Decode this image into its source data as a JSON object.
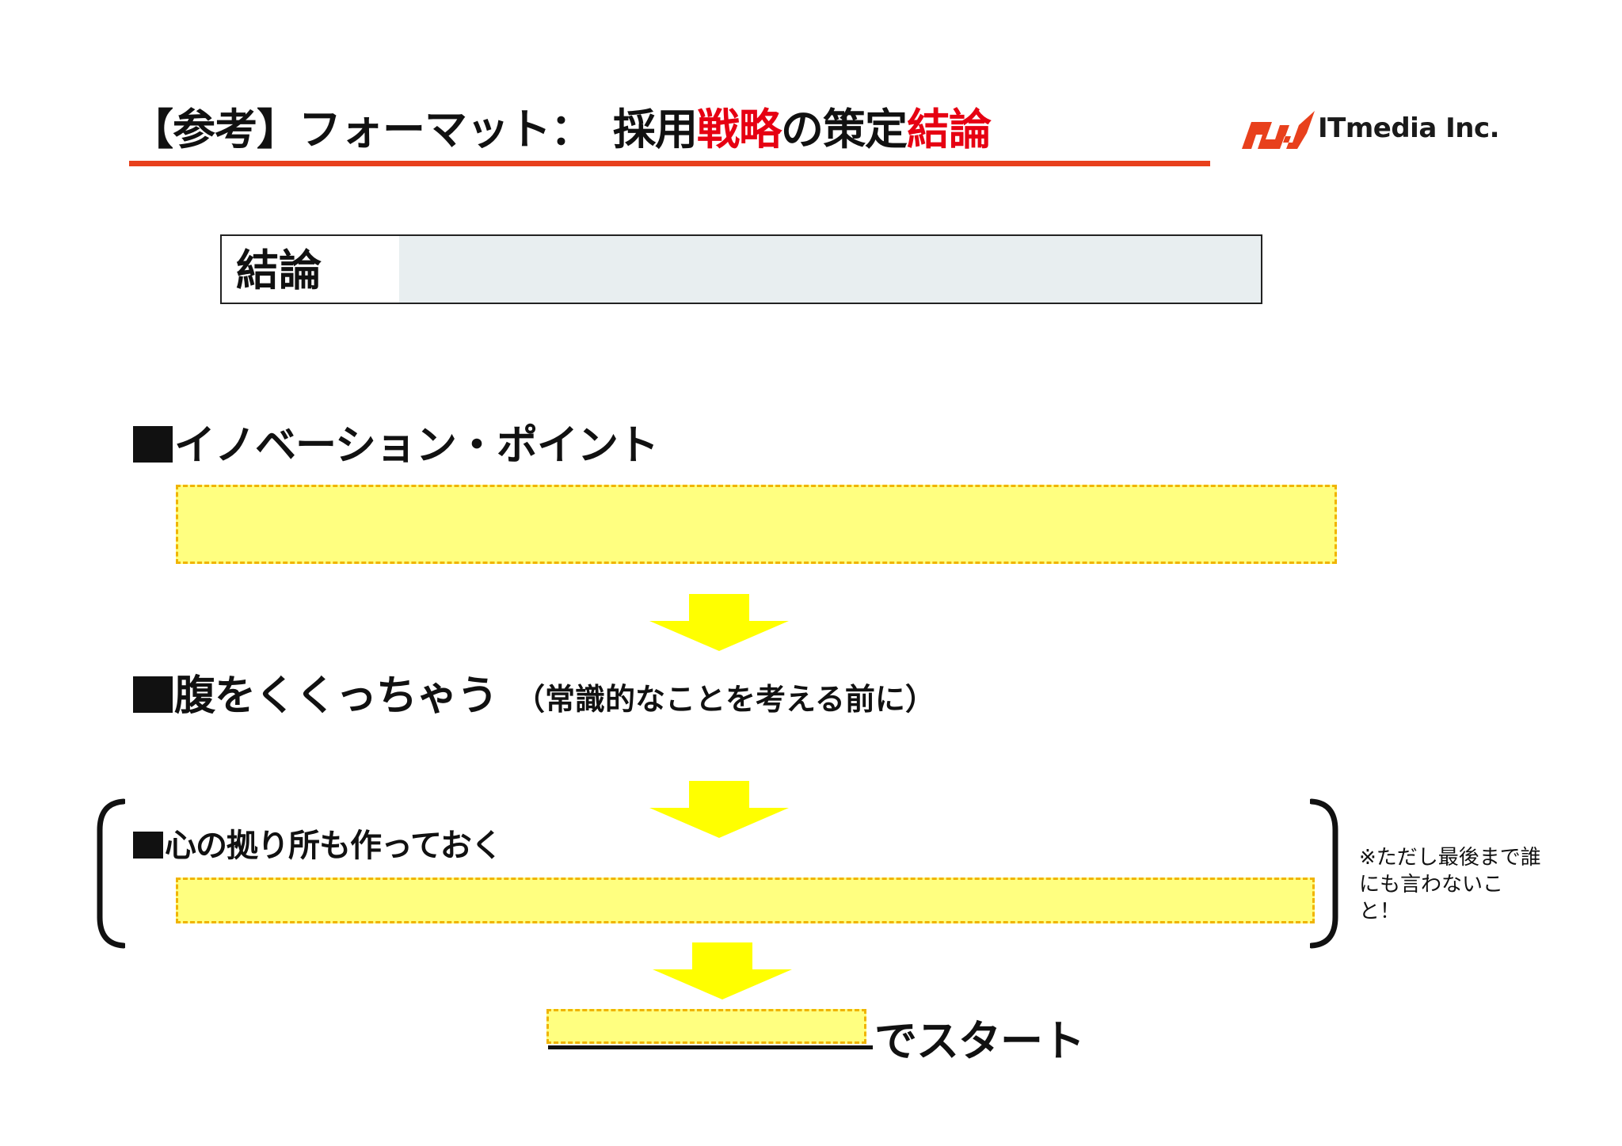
{
  "title": {
    "prefix": "【参考】フォーマット：　採用",
    "red1": "戦略",
    "mid": "の策定",
    "red2": "結論"
  },
  "logo": {
    "text": "ITmedia Inc."
  },
  "conclusion": {
    "label": "結論",
    "value": ""
  },
  "sections": {
    "innovation": {
      "heading": "イノベーション・ポイント",
      "value": ""
    },
    "resolve": {
      "heading": "腹をくくっちゃう",
      "sub": "（常識的なことを考える前に）"
    },
    "support": {
      "heading": "心の拠り所も作っておく",
      "value": ""
    }
  },
  "note": "※ただし最後まで誰にも言わないこと！",
  "start": {
    "blank": "",
    "suffix": "でスタート"
  },
  "colors": {
    "accent_red": "#e60012",
    "rule_orange": "#e8401c",
    "box_yellow": "#ffff80",
    "arrow_yellow": "#ffff00",
    "conclusion_fill": "#e8eef0"
  }
}
